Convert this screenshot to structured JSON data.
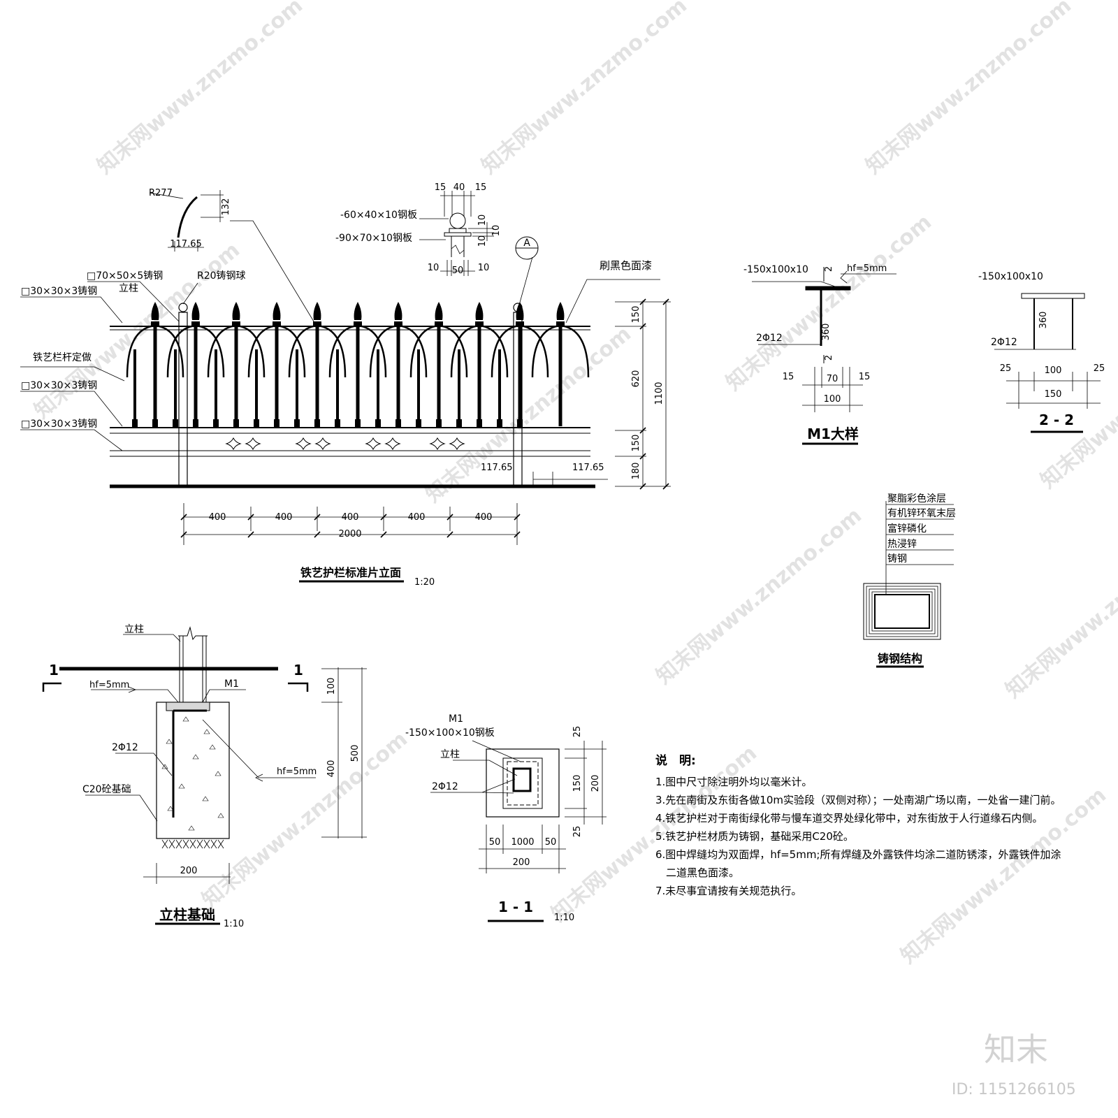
{
  "elevation": {
    "title": "铁艺护栏标准片立面",
    "scale": "1:20",
    "labels": {
      "r277": "R277",
      "d132": "132",
      "d117_top": "117.65",
      "post": "□70×50×5铸钢",
      "post2": "立柱",
      "ball": "R20铸钢球",
      "rail_top": "□30×30×3铸钢",
      "bars": "铁艺栏杆定做",
      "rail_mid": "□30×30×3铸钢",
      "rail_bot": "□30×30×3铸钢",
      "paint": "刷黑色面漆",
      "left_off": "117.65",
      "right_off": "117.65"
    },
    "dims_h": [
      "400",
      "400",
      "400",
      "400",
      "400"
    ],
    "dim_total": "2000",
    "dims_v": [
      "150",
      "620",
      "150",
      "180"
    ],
    "dim_v_total": "1100"
  },
  "cap_detail": {
    "d15a": "15",
    "d40": "40",
    "d15b": "15",
    "plate1": "-60×40×10钢板",
    "plate2": "-90×70×10钢板",
    "d10a": "10",
    "d10b": "10",
    "d10c": "10",
    "d50": "50",
    "d10d": "10",
    "marker": "A"
  },
  "m1": {
    "title": "M1大样",
    "plate": "-150x100x10",
    "weld": "hf=5mm",
    "rebar": "2Φ12",
    "d2a": "2",
    "d360": "360",
    "d2b": "2",
    "d15a": "15",
    "d70": "70",
    "d15b": "15",
    "d100": "100"
  },
  "sec22": {
    "title": "2 - 2",
    "plate": "-150x100x10",
    "rebar": "2Φ12",
    "d360": "360",
    "d25a": "25",
    "d100": "100",
    "d25b": "25",
    "d150": "150"
  },
  "cast_steel": {
    "title": "铸钢结构",
    "layers": [
      "聚脂彩色涂层",
      "有机锌环氧末层",
      "富锌磷化",
      "热浸锌",
      "铸钢"
    ]
  },
  "foundation": {
    "title": "立柱基础",
    "scale": "1:10",
    "post": "立柱",
    "cut": "1",
    "cut2": "1",
    "weld1": "hf=5mm",
    "m1": "M1",
    "rebar": "2Φ12",
    "concrete": "C20砼基础",
    "weld2": "hf=5mm",
    "d100": "100",
    "d400": "400",
    "d500": "500",
    "d200": "200"
  },
  "sec11": {
    "title": "1 - 1",
    "scale": "1:10",
    "m1": "M1",
    "plate": "-150×100×10钢板",
    "post": "立柱",
    "rebar": "2Φ12",
    "d25a": "25",
    "d150": "150",
    "d200v": "200",
    "d25b": "25",
    "d50a": "50",
    "d1000": "1000",
    "d50b": "50",
    "d200": "200"
  },
  "notes": {
    "heading": "说　明:",
    "items": [
      "1.图中尺寸除注明外均以毫米计。",
      "3.先在南街及东街各做10m实验段（双侧对称）；一处南湖广场以南，一处省一建门前。",
      "4.铁艺护栏对于南街绿化带与慢车道交界处绿化带中，对东街放于人行道缘石内侧。",
      "5.铁艺护栏材质为铸钢，基础采用C20砼。",
      "6.图中焊缝均为双面焊，hf=5mm;所有焊缝及外露铁件均涂二道防锈漆，外露铁件加涂",
      "　二道黑色面漆。",
      "7.未尽事宜请按有关规范执行。"
    ]
  },
  "watermark": {
    "text": "知末网www.znzmo.com",
    "brand": "知末",
    "id": "ID: 1151266105"
  }
}
